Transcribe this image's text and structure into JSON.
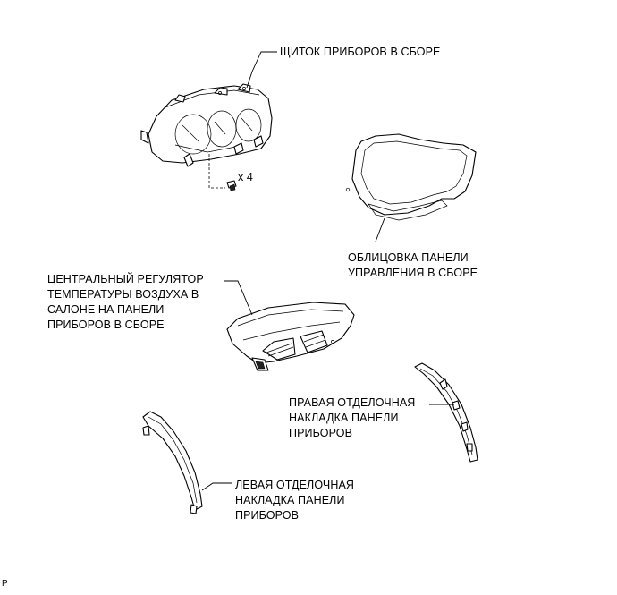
{
  "labels": {
    "cluster": "ЩИТОК ПРИБОРОВ В СБОРЕ",
    "screw_count": "x 4",
    "cluster_finish": "ОБЛИЦОВКА ПАНЕЛИ\nУПРАВЛЕНИЯ В СБОРЕ",
    "center_register": "ЦЕНТРАЛЬНЫЙ РЕГУЛЯТОР\nТЕМПЕРАТУРЫ ВОЗДУХА В\nСАЛОНЕ НА ПАНЕЛИ\nПРИБОРОВ В СБОРЕ",
    "right_trim": "ПРАВАЯ ОТДЕЛОЧНАЯ\nНАКЛАДКА ПАНЕЛИ\nПРИБОРОВ",
    "left_trim": "ЛЕВАЯ ОТДЕЛОЧНАЯ\nНАКЛАДКА ПАНЕЛИ\nПРИБОРОВ",
    "corner_mark": "P"
  }
}
